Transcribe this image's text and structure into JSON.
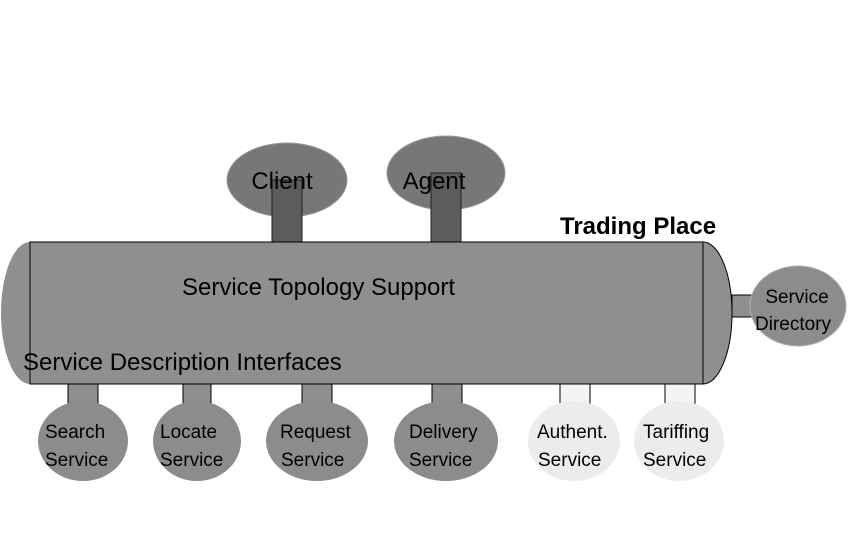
{
  "diagram": {
    "title": "Trading Place",
    "bus": {
      "top_label": "Service Topology Support",
      "bottom_label": "Service Description Interfaces"
    },
    "top_nodes": [
      {
        "id": "client",
        "label": "Client"
      },
      {
        "id": "agent",
        "label": "Agent"
      }
    ],
    "side_node": {
      "line1": "Service",
      "line2": "Directory"
    },
    "bottom_nodes": [
      {
        "id": "search",
        "line1": "Search",
        "line2": "Service",
        "style": "dark"
      },
      {
        "id": "locate",
        "line1": "Locate",
        "line2": "Service",
        "style": "dark"
      },
      {
        "id": "request",
        "line1": "Request",
        "line2": "Service",
        "style": "dark"
      },
      {
        "id": "delivery",
        "line1": "Delivery",
        "line2": "Service",
        "style": "dark"
      },
      {
        "id": "authent",
        "line1": "Authent.",
        "line2": "Service",
        "style": "light"
      },
      {
        "id": "tariffing",
        "line1": "Tariffing",
        "line2": "Service",
        "style": "light"
      }
    ],
    "colors": {
      "bus": "#8f8f8f",
      "dark_node": "#8c8c8c",
      "light_node": "#ececec",
      "top_node": "#777777",
      "stem": "#5c5c5c"
    }
  }
}
